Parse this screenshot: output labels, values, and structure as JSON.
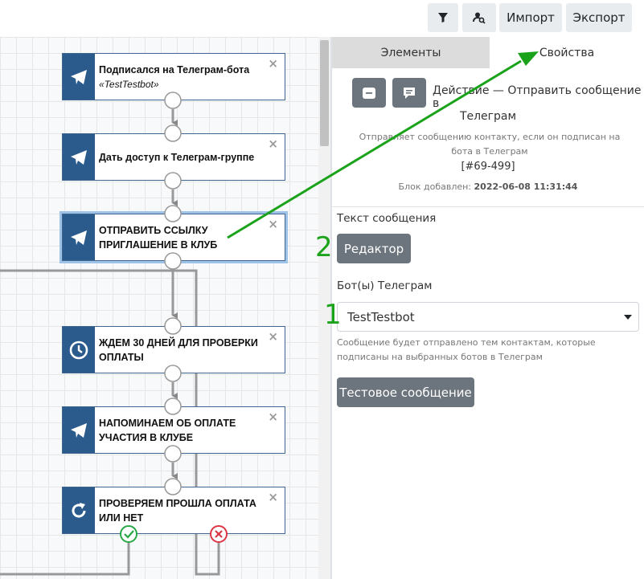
{
  "toolbar": {
    "filter_icon": "filter-icon",
    "user_search_icon": "user-search-icon",
    "import_label": "Импорт",
    "export_label": "Экспорт"
  },
  "nodes": [
    {
      "title": "Подписался на Телеграм-бота",
      "subtitle": "«TestTestbot»",
      "icon": "telegram-icon"
    },
    {
      "title": "Дать доступ к Телеграм-группе",
      "icon": "telegram-icon"
    },
    {
      "title": "ОТПРАВИТЬ ССЫЛКУ ПРИГЛАШЕНИЕ В КЛУБ",
      "icon": "telegram-icon"
    },
    {
      "title": "ЖДЕМ 30 ДНЕЙ ДЛЯ ПРОВЕРКИ ОПЛАТЫ",
      "icon": "clock-icon"
    },
    {
      "title": "НАПОМИНАЕМ ОБ ОПЛАТЕ УЧАСТИЯ В КЛУБЕ",
      "icon": "telegram-icon"
    },
    {
      "title": "ПРОВЕРЯЕМ ПРОШЛА ОПЛАТА ИЛИ НЕТ",
      "icon": "refresh-icon"
    }
  ],
  "node_close": "×",
  "panel": {
    "tabs": [
      "Элементы",
      "Свойства"
    ],
    "active_tab": "Свойства",
    "action_title_1": "Действие — Отправить сообщение в",
    "action_title_2": "Телеграм",
    "description": "Отправляет сообщению контакту, если он подписан на бота в Телеграм",
    "block_id": "[#69-499]",
    "added_label": "Блок добавлен:",
    "added_date": "2022-06-08 11:31:44",
    "message_text_label": "Текст сообщения",
    "editor_button": "Редактор",
    "bots_label": "Бот(ы) Телеграм",
    "bot_selected": "TestTestbot",
    "bots_hint": "Сообщение будет отправлено тем контактам, которые подписаны на выбранных ботов в Телеграм",
    "test_button": "Тестовое сообщение"
  },
  "annotations": {
    "marker_1": "1",
    "marker_2": "2",
    "arrow_color": "#1aa31a"
  },
  "colors": {
    "node_icon_bg": "#2b5b8d",
    "button_gray": "#6c757d",
    "success": "#28a745",
    "danger": "#dc3545"
  }
}
